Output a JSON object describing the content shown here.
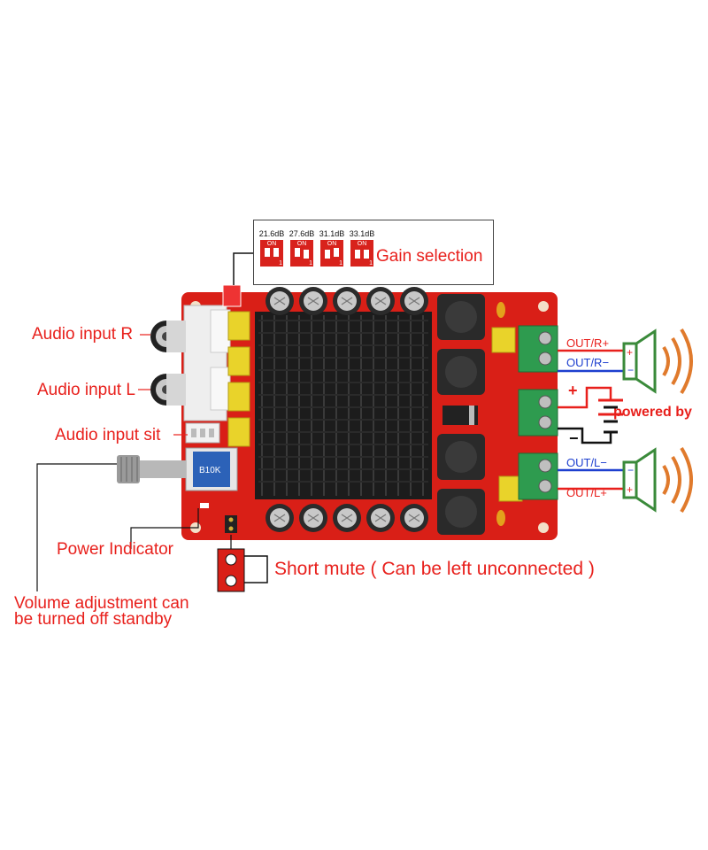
{
  "gain": {
    "title": "Gain selection",
    "options": [
      {
        "db": "21.6dB",
        "state": "ON",
        "pins": "1 2"
      },
      {
        "db": "27.6dB",
        "state": "ON",
        "pins": "1 2"
      },
      {
        "db": "31.1dB",
        "state": "ON",
        "pins": "1 2"
      },
      {
        "db": "33.1dB",
        "state": "ON",
        "pins": "1 2"
      }
    ]
  },
  "labels": {
    "audio_input_r": "Audio input R",
    "audio_input_l": "Audio input L",
    "audio_input_sit": "Audio input sit",
    "power_indicator": "Power Indicator",
    "volume_line1": "Volume adjustment can",
    "volume_line2": "be turned off standby",
    "short_mute": "Short mute ( Can be left unconnected )",
    "powered_by": "powered by",
    "out_r_plus": "OUT/R+",
    "out_r_minus": "OUT/R−",
    "out_l_minus": "OUT/L−",
    "out_l_plus": "OUT/L+",
    "plus_sign": "+",
    "minus_sign": "−"
  },
  "colors": {
    "label_red": "#e8201c",
    "pcb_red": "#d91f17",
    "heatsink": "#1c1c1c",
    "terminal_green": "#2e9b4f",
    "out_red_wire": "#e8201c",
    "out_blue_wire": "#1d3fcf",
    "speaker_green": "#3a8a3a",
    "sound_wave": "#e07a2c"
  },
  "icons": {
    "speaker": "speaker-icon",
    "sound_waves": "sound-waves-icon",
    "battery": "battery-icon"
  }
}
